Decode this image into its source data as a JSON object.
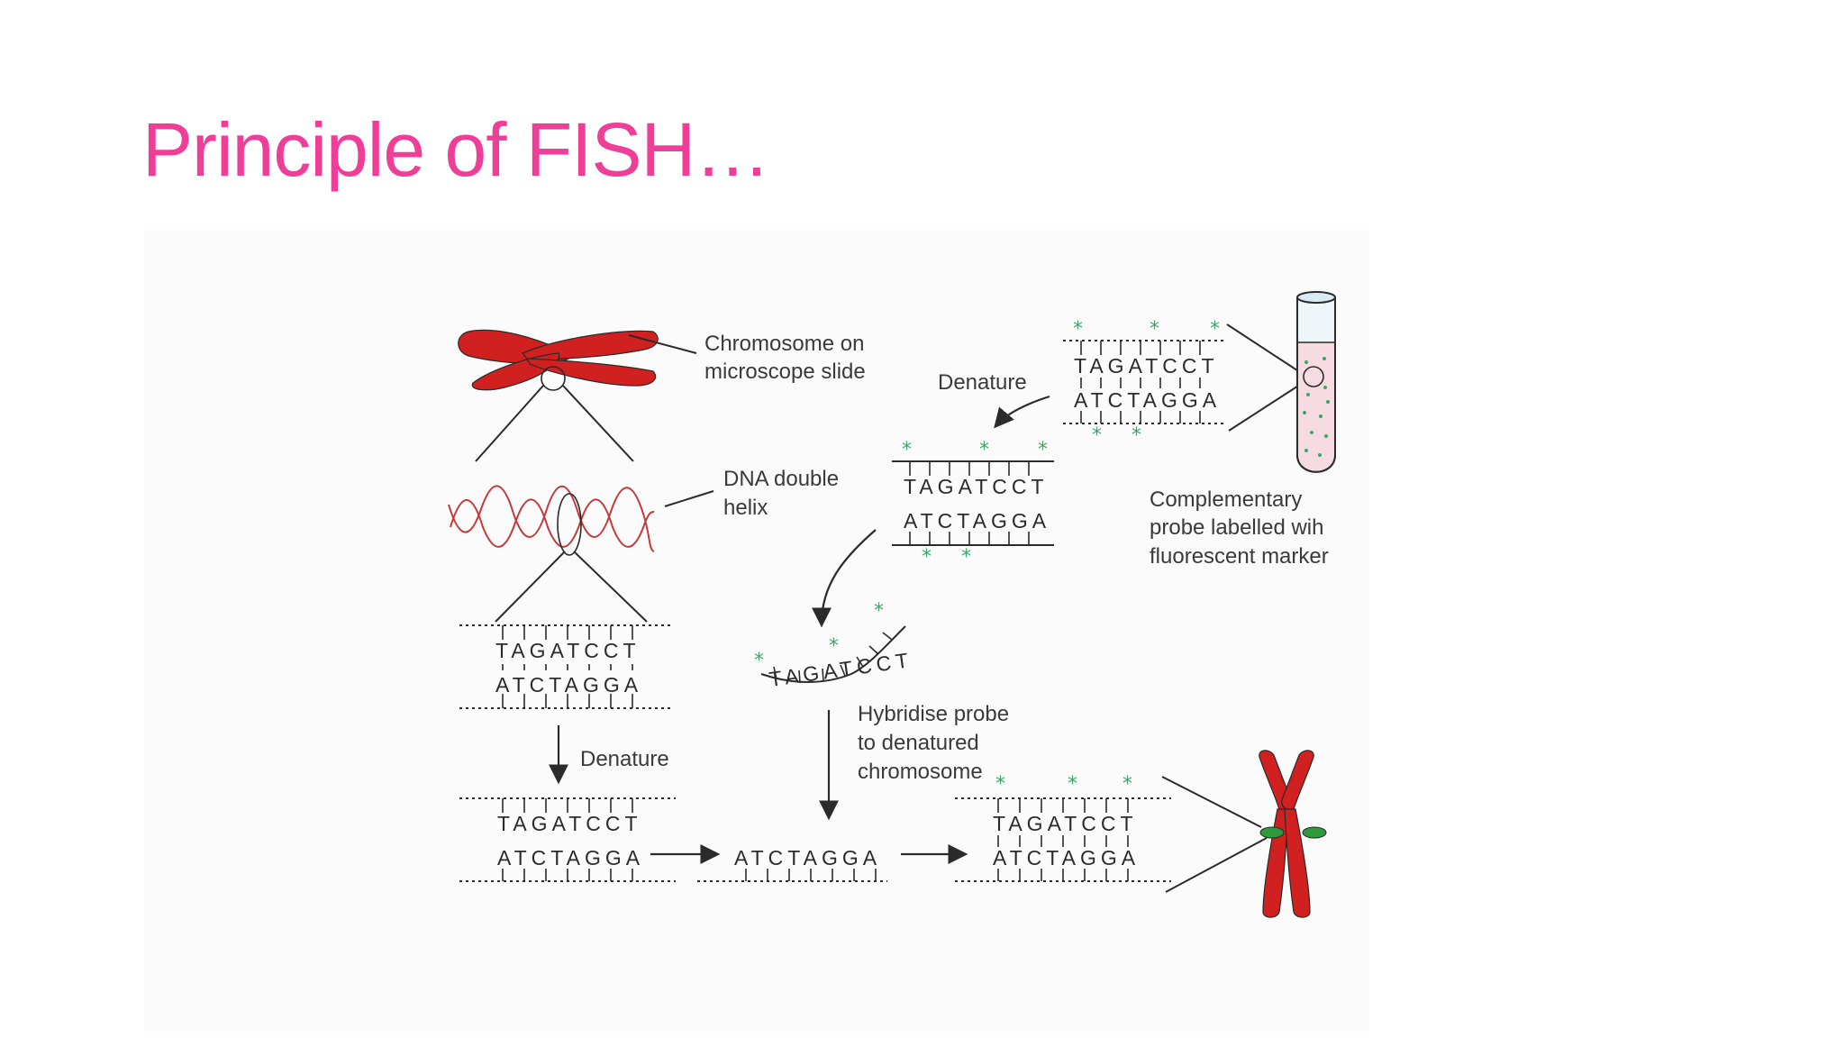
{
  "slide": {
    "title": "Principle of FISH…"
  },
  "labels": {
    "chromosome_on_slide_l1": "Chromosome on",
    "chromosome_on_slide_l2": "microscope slide",
    "dna_helix_l1": "DNA double",
    "dna_helix_l2": "helix",
    "denature_top": "Denature",
    "denature_left": "Denature",
    "probe_l1": "Complementary",
    "probe_l2": "probe labelled wih",
    "probe_l3": "fluorescent marker",
    "hybridise_l1": "Hybridise probe",
    "hybridise_l2": "to denatured",
    "hybridise_l3": "chromosome"
  },
  "sequences": {
    "top_strand": "TAGATCCT",
    "bottom_strand": "ATCTAGGA",
    "probe_strand": "TAGATCCT",
    "target_strand": "ATCTAGGA"
  },
  "icons": {
    "fluorescent_marker": "*"
  },
  "colors": {
    "title": "#ee3e97",
    "chromosome": "#d0201f",
    "marker": "#3aa86b",
    "signal": "#2f9a3c"
  }
}
